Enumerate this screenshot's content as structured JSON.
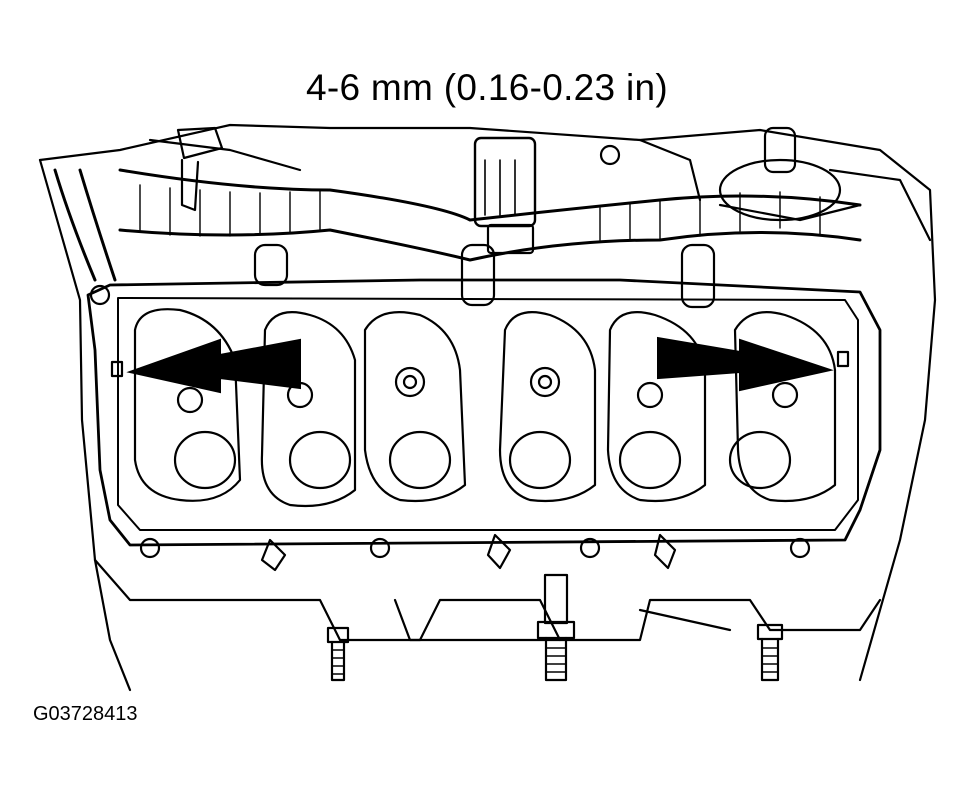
{
  "diagram": {
    "dimension_label": "4-6 mm (0.16-0.23 in)",
    "figure_id": "G03728413",
    "rocker_count": 6,
    "arrows": [
      "left",
      "right"
    ],
    "colors": {
      "ink": "#000000",
      "paper": "#ffffff"
    }
  }
}
